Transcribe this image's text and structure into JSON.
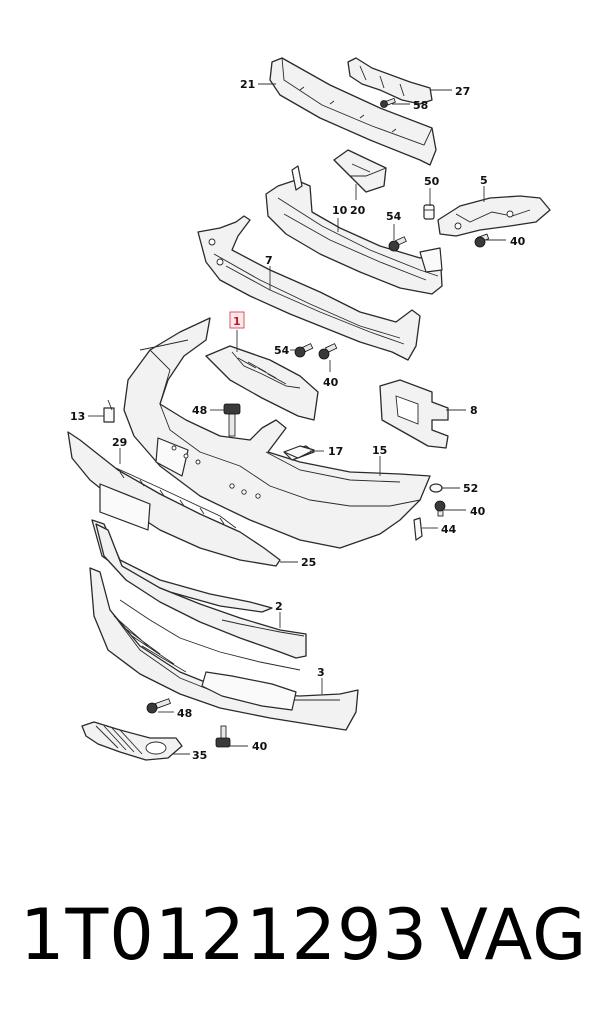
{
  "callouts": {
    "c21": "21",
    "c27": "27",
    "c58": "58",
    "c20": "20",
    "c50": "50",
    "c5": "5",
    "c10": "10",
    "c54a": "54",
    "c40a": "40",
    "c7": "7",
    "c1": "1",
    "c54b": "54",
    "c40b": "40",
    "c48a": "48",
    "c8": "8",
    "c13": "13",
    "c29": "29",
    "c17": "17",
    "c15": "15",
    "c52": "52",
    "c40c": "40",
    "c44": "44",
    "c25": "25",
    "c2": "2",
    "c3": "3",
    "c48b": "48",
    "c40d": "40",
    "c35": "35"
  },
  "footer": {
    "part_number": "1T0121293",
    "brand": "VAG"
  }
}
